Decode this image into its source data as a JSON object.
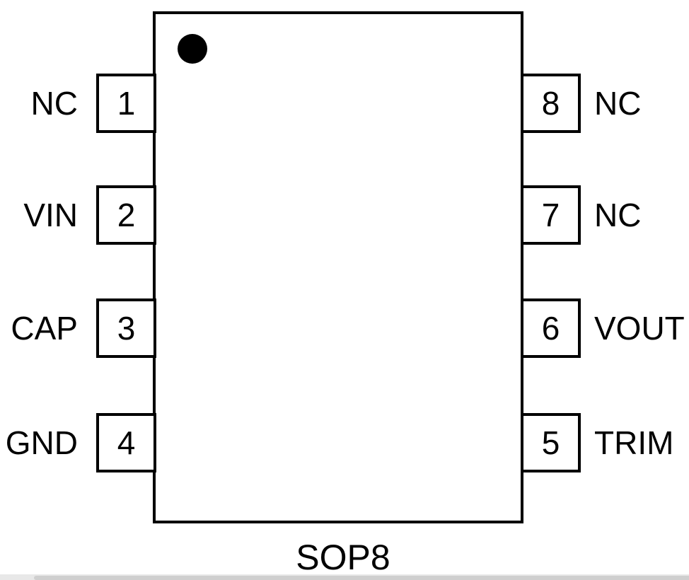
{
  "diagram": {
    "package_label": "SOP8",
    "pins_left": [
      {
        "number": "1",
        "name": "NC"
      },
      {
        "number": "2",
        "name": "VIN"
      },
      {
        "number": "3",
        "name": "CAP"
      },
      {
        "number": "4",
        "name": "GND"
      }
    ],
    "pins_right": [
      {
        "number": "8",
        "name": "NC"
      },
      {
        "number": "7",
        "name": "NC"
      },
      {
        "number": "6",
        "name": "VOUT"
      },
      {
        "number": "5",
        "name": "TRIM"
      }
    ],
    "icons": {
      "pin1_marker": "filled-circle"
    },
    "colors": {
      "line": "#000000",
      "background": "#ffffff",
      "scrollbar_track": "#e8e8e8",
      "scrollbar_thumb": "#cfcfcf"
    }
  }
}
